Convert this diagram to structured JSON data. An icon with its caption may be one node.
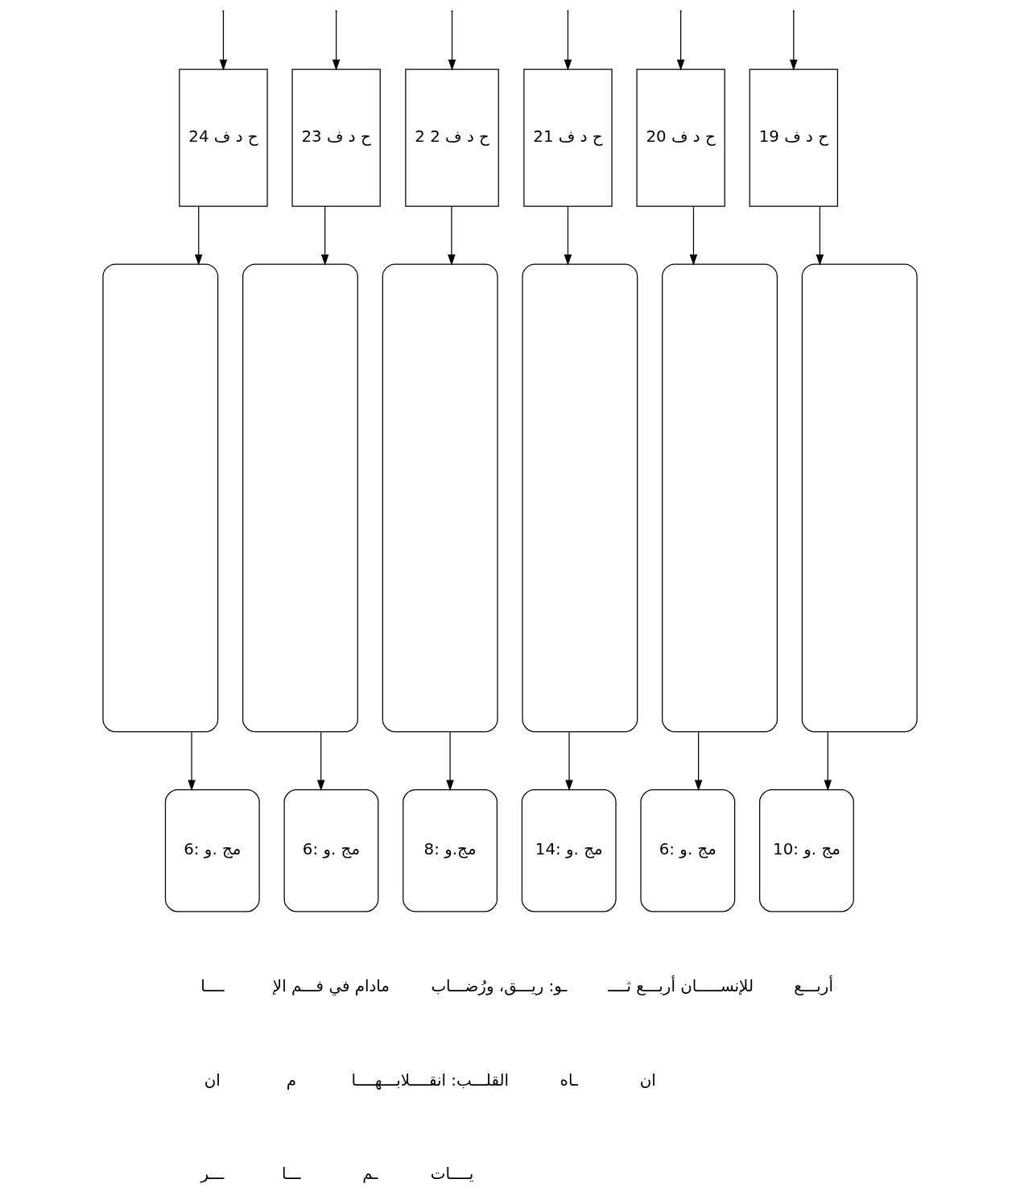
{
  "diagram": {
    "nodes": [
      {
        "text": [
          "ح د ف 24"
        ]
      },
      {
        "text": [
          "ح د ف 23"
        ]
      },
      {
        "text": [
          "ح د ف 2 2"
        ]
      },
      {
        "text": [
          "ح د ف 21"
        ]
      },
      {
        "text": [
          "ح د ف 20"
        ]
      },
      {
        "text": [
          "ح د ف 19"
        ]
      },
      {
        "text": [],
        "shape": "box"
      },
      {
        "text": [],
        "shape": "box"
      },
      {
        "text": [],
        "shape": "box"
      },
      {
        "text": [],
        "shape": "box"
      },
      {
        "text": [],
        "shape": "box"
      },
      {
        "text": [],
        "shape": "box"
      },
      {
        "text": [
          "مج .و :6"
        ]
      },
      {
        "text": [
          "مج .و :6"
        ]
      },
      {
        "text": [
          "مج.و :8"
        ]
      },
      {
        "text": [
          "مج .و :14"
        ]
      },
      {
        "text": [
          "مج .و :6"
        ]
      },
      {
        "text": [
          "مج .و :10"
        ]
      }
    ],
    "edges": [
      {
        "from": null,
        "to": 0,
        "arrow": "to"
      },
      {
        "from": null,
        "to": 1,
        "arrow": "to"
      },
      {
        "from": null,
        "to": 2,
        "arrow": "to"
      },
      {
        "from": null,
        "to": 3,
        "arrow": "to"
      },
      {
        "from": null,
        "to": 4,
        "arrow": "to"
      },
      {
        "from": null,
        "to": 5,
        "arrow": "to"
      },
      {
        "from": 0,
        "to": 6,
        "arrow": "to"
      },
      {
        "from": 1,
        "to": 7,
        "arrow": "to"
      },
      {
        "from": 2,
        "to": 8,
        "arrow": "to"
      },
      {
        "from": 3,
        "to": 9,
        "arrow": "to"
      },
      {
        "from": 4,
        "to": 10,
        "arrow": "to"
      },
      {
        "from": 5,
        "to": 11,
        "arrow": "to"
      },
      {
        "from": 6,
        "to": 12,
        "arrow": "to"
      },
      {
        "from": 7,
        "to": 13,
        "arrow": "to"
      },
      {
        "from": 8,
        "to": 14,
        "arrow": "to"
      },
      {
        "from": 9,
        "to": 15,
        "arrow": "to"
      },
      {
        "from": 10,
        "to": 16,
        "arrow": "to"
      },
      {
        "from": 11,
        "to": 17,
        "arrow": "to"
      }
    ],
    "labels": [
      "ــــا",
      "مادام في فـــم الإ",
      "ـو: ريـــق، ورُضـــاب",
      "للإنســـــان أربـــع ثــــ",
      "أربـــع",
      "ان",
      "م",
      "القلـــب: انقــــلابـــهــــا",
      "ـاه",
      "ان",
      "ـــر",
      "ـــا",
      "ـم",
      "يــــات"
    ]
  }
}
